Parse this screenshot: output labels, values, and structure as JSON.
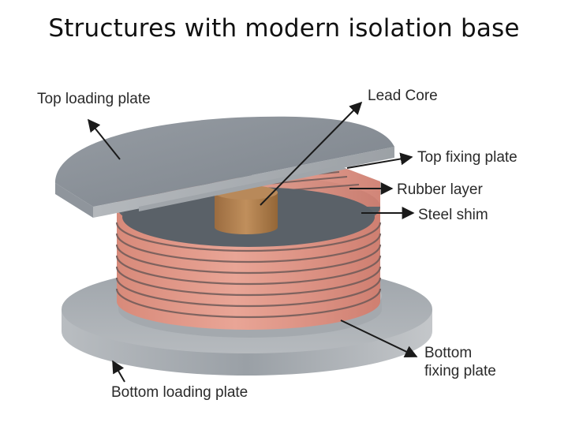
{
  "slide": {
    "title": "Structures with modern isolation base"
  },
  "labels": {
    "top_loading_plate": "Top loading plate",
    "lead_core": "Lead Core",
    "top_fixing_plate": "Top fixing plate",
    "rubber_layer": "Rubber layer",
    "steel_shim": "Steel shim",
    "bottom_fixing_plate_line1": "Bottom",
    "bottom_fixing_plate_line2": "fixing plate",
    "bottom_loading_plate": "Bottom loading plate"
  },
  "colors": {
    "plate_top": "#8a9199",
    "plate_side": "#a9aeb3",
    "rubber": "#d98a7c",
    "steel_shim": "#6e6060",
    "lead_core": "#a8784a"
  }
}
